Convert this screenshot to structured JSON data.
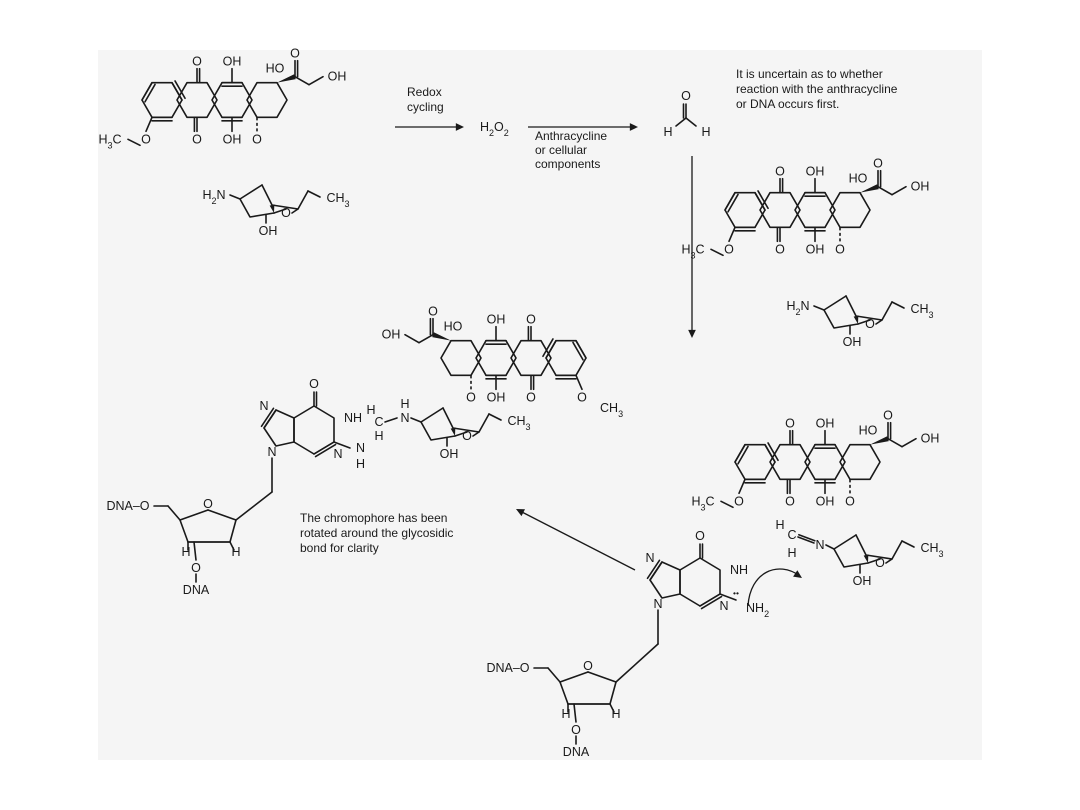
{
  "annotations": {
    "redox_line1": "Redox",
    "redox_line2": "cycling",
    "h2o2_H": "H",
    "h2o2_2a": "2",
    "h2o2_O": "O",
    "h2o2_2b": "2",
    "react_line1": "Anthracycline",
    "react_line2": "or cellular",
    "react_line3": "components",
    "uncertain_line1": "It is uncertain as to whether",
    "uncertain_line2": "reaction with the anthracycline",
    "uncertain_line3": "or DNA occurs first.",
    "chromo_line1": "The chromophore has been",
    "chromo_line2": "rotated around the glycosidic",
    "chromo_line3": "bond for clarity"
  },
  "formaldehyde": {
    "O": "O",
    "H_left": "H",
    "H_right": "H"
  },
  "labels": {
    "O": "O",
    "OH": "OH",
    "HO": "HO",
    "H2N_H": "H",
    "H2N_2": "2",
    "H2N_N": "N",
    "H3C_H": "H",
    "H3C_3": "3",
    "H3C_C": "C",
    "CH3_C": "CH",
    "CH3_3": "3",
    "OCH3_O": "O",
    "OCH3_C": "CH",
    "OCH3_3": "3",
    "NH": "NH",
    "N": "N",
    "H": "H",
    "C": "C",
    "NH2_N": "NH",
    "NH2_2": "2",
    "DNA": "DNA",
    "DNA_O": "DNA–O",
    "lone_pair": "••"
  }
}
